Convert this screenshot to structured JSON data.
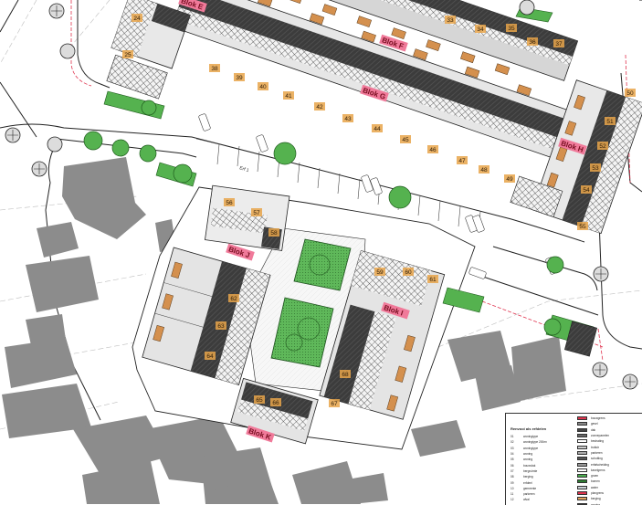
{
  "map": {
    "blocks": [
      {
        "id": "blok-e",
        "label": "Blok E"
      },
      {
        "id": "blok-f",
        "label": "Blok F"
      },
      {
        "id": "blok-g",
        "label": "Blok G"
      },
      {
        "id": "blok-h",
        "label": "Blok H"
      },
      {
        "id": "blok-j",
        "label": "Blok J"
      },
      {
        "id": "blok-i",
        "label": "Blok I"
      },
      {
        "id": "blok-k",
        "label": "Blok K"
      }
    ],
    "lot_numbers": [
      "24",
      "25",
      "33",
      "34",
      "35",
      "36",
      "37",
      "38",
      "39",
      "40",
      "41",
      "42",
      "43",
      "44",
      "45",
      "46",
      "47",
      "48",
      "49",
      "50",
      "51",
      "52",
      "53",
      "54",
      "55",
      "56",
      "57",
      "58",
      "59",
      "60",
      "61",
      "62",
      "63",
      "64",
      "65",
      "66",
      "67",
      "68"
    ],
    "street_label": "Erf 1"
  },
  "legend": {
    "title": "Renvooi als erfdelen",
    "left_items": [
      {
        "key": "01",
        "text": "woningtype"
      },
      {
        "key": "02",
        "text": "woningtype 200m²"
      },
      {
        "key": "03",
        "text": "woningtype"
      },
      {
        "key": "04",
        "text": "woning"
      },
      {
        "key": "05",
        "text": "woning"
      },
      {
        "key": "06",
        "text": "bouwvlak"
      },
      {
        "key": "07",
        "text": "bergruimte"
      },
      {
        "key": "08",
        "text": "berging"
      },
      {
        "key": "09",
        "text": "erfdeel"
      },
      {
        "key": "10",
        "text": "gemeente"
      },
      {
        "key": "11",
        "text": "parkeren"
      },
      {
        "key": "12",
        "text": "afval"
      }
    ],
    "right_items": [
      {
        "swatch": "#e0344f",
        "text": "bouwgrens"
      },
      {
        "swatch": "#888888",
        "text": "gevel"
      },
      {
        "swatch": "#444444",
        "text": "dak"
      },
      {
        "swatch": "#666666",
        "text": "zonnepanelen"
      },
      {
        "swatch": "#ffffff",
        "text": "bestrating"
      },
      {
        "swatch": "#cccccc",
        "text": "trottoir"
      },
      {
        "swatch": "#aaaaaa",
        "text": "parkeren"
      },
      {
        "swatch": "#555555",
        "text": "schutting"
      },
      {
        "swatch": "#9a9a9a",
        "text": "erfafscheiding"
      },
      {
        "swatch": "#ffffff",
        "text": "kavelgrens"
      },
      {
        "swatch": "#4caf50",
        "text": "groen"
      },
      {
        "swatch": "#2e7d32",
        "text": "bomen"
      },
      {
        "swatch": "#c8cfd4",
        "text": "water"
      },
      {
        "swatch": "#e0344f",
        "text": "plangrens"
      },
      {
        "swatch": "#e2a25f",
        "text": "berging"
      },
      {
        "swatch": "#333333",
        "text": "woning"
      }
    ]
  },
  "colors": {
    "block_label_bg": "#f07a9a",
    "block_label_text": "#7a0f22",
    "lot_label_bg": "#e8a54a",
    "roof": "#3a3a3a",
    "building_gray": "#8a8a8a",
    "green": "#53b04f",
    "shed": "#d4904e",
    "plan_line": "#e0344f"
  }
}
